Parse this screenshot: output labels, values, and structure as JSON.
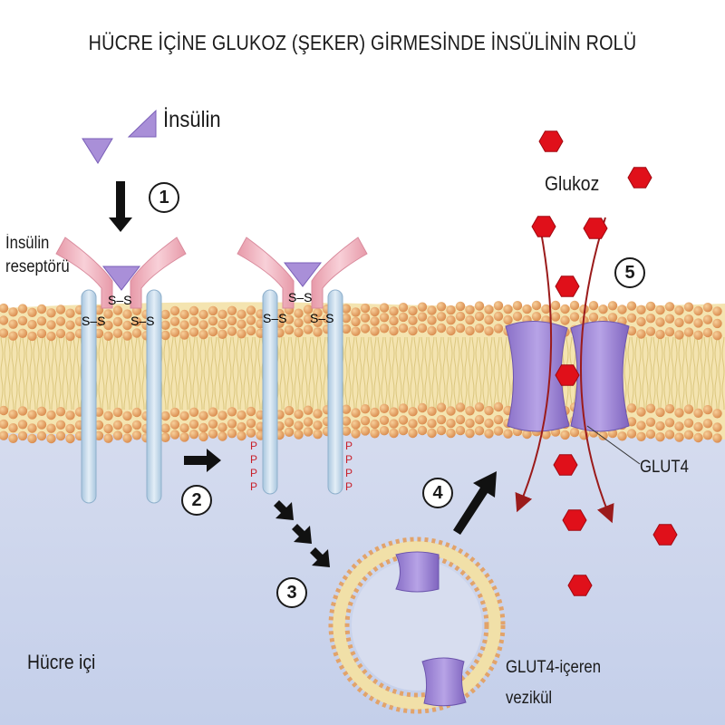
{
  "title": "HÜCRE İÇİNE GLUKOZ (ŞEKER) GİRMESİNDE İNSÜLİNİN ROLÜ",
  "labels": {
    "insulin": "İnsülin",
    "receptor_line1": "İnsülin",
    "receptor_line2": "reseptörü",
    "glucose": "Glukoz",
    "glut4": "GLUT4",
    "vesicle_line1": "GLUT4-içeren",
    "vesicle_line2": "vezikül",
    "intracellular": "Hücre içi",
    "disulfide": "S–S",
    "phosphate": "P"
  },
  "steps": [
    "1",
    "2",
    "3",
    "4",
    "5"
  ],
  "colors": {
    "membrane_head": "#e8a86a",
    "membrane_tail": "#f0dc9a",
    "cytoplasm": "#c9d3ec",
    "receptor": "#f2b4c0",
    "receptor_stem": "#c6dcec",
    "insulin": "#a98fd8",
    "glut4": "#9a82d4",
    "glucose": "#e0101a",
    "arrow": "#111111",
    "flux_arrow": "#9b1b1b"
  },
  "icons": {
    "insulin_molecule": "purple-triangle",
    "glucose_molecule": "red-hexagon",
    "transporter": "glut4-channel"
  }
}
